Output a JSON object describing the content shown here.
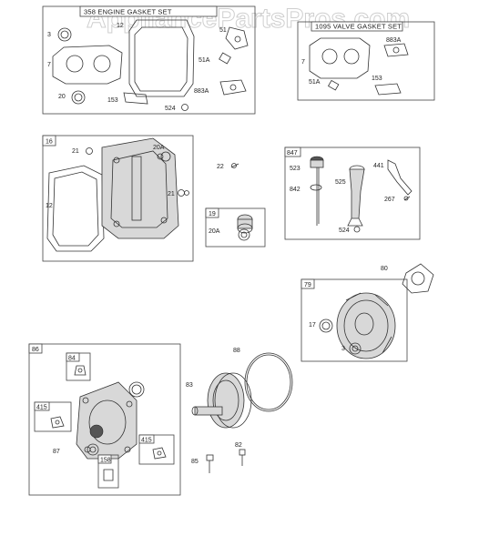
{
  "watermark": "AppliancePartsPros.com",
  "assemblies": {
    "engine_gasket_set": {
      "title": "358 ENGINE GASKET SET"
    },
    "valve_gasket_set": {
      "title": "1095 VALVE GASKET SET"
    },
    "crankcase": {
      "tag": "16"
    },
    "seal_kit": {
      "tag": "19"
    },
    "dipstick": {
      "tag": "847"
    },
    "housing_79": {
      "tag": "79"
    },
    "gear_case": {
      "tag": "86"
    }
  },
  "labels": {
    "egs_3": "3",
    "egs_7": "7",
    "egs_20": "20",
    "egs_12": "12",
    "egs_153": "153",
    "egs_524": "524",
    "egs_51": "51",
    "egs_51a": "51A",
    "egs_883a": "883A",
    "vgs_7": "7",
    "vgs_883a": "883A",
    "vgs_51a": "51A",
    "vgs_153": "153",
    "cc_21a": "21",
    "cc_21b": "21",
    "cc_20a": "20A",
    "cc_12": "12",
    "p22": "22",
    "sk_20a": "20A",
    "ds_523": "523",
    "ds_842": "842",
    "ds_525": "525",
    "ds_441": "441",
    "ds_267": "267",
    "ds_524": "524",
    "p80": "80",
    "h_17": "17",
    "h_3": "3",
    "gc_84": "84",
    "gc_415a": "415",
    "gc_415b": "415",
    "gc_158": "158",
    "gc_87": "87",
    "p88": "88",
    "p83": "83",
    "p82": "82",
    "p85": "85"
  }
}
